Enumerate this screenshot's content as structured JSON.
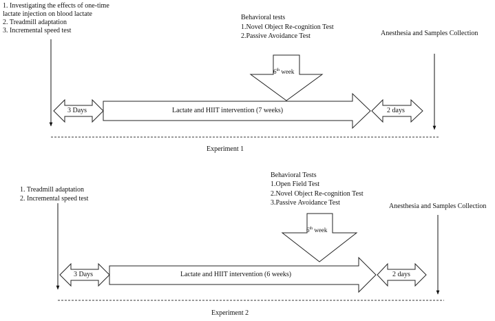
{
  "exp1": {
    "notes": [
      "1. Investigating the effects of one-time",
      "lactate injection on blood lactate",
      "2. Treadmill adaptation",
      "3. Incremental speed test"
    ],
    "behavioral_title": "Behavioral tests",
    "behavioral_items": [
      "1.Novel Object Re-cognition Test",
      "2.Passive Avoidance Test"
    ],
    "week_num": "6",
    "week_sup": "th",
    "week_label": " week",
    "anesthesia": "Anesthesia and Samples Collection",
    "days_before": "3 Days",
    "intervention": "Lactate and HIIT intervention (7 weeks)",
    "days_after": "2 days",
    "caption": "Experiment 1"
  },
  "exp2": {
    "notes": [
      "1. Treadmill adaptation",
      "2. Incremental speed test"
    ],
    "behavioral_title": "Behavioral Tests",
    "behavioral_items": [
      "1.Open Field Test",
      "2.Novel Object Re-cognition Test",
      "3.Passive Avoidance Test"
    ],
    "week_num": "6",
    "week_sup": "th",
    "week_label": " week",
    "anesthesia": "Anesthesia and Samples Collection",
    "days_before": "3 Days",
    "intervention": "Lactate and HIIT intervention (6 weeks)",
    "days_after": "2 days",
    "caption": "Experiment 2"
  }
}
